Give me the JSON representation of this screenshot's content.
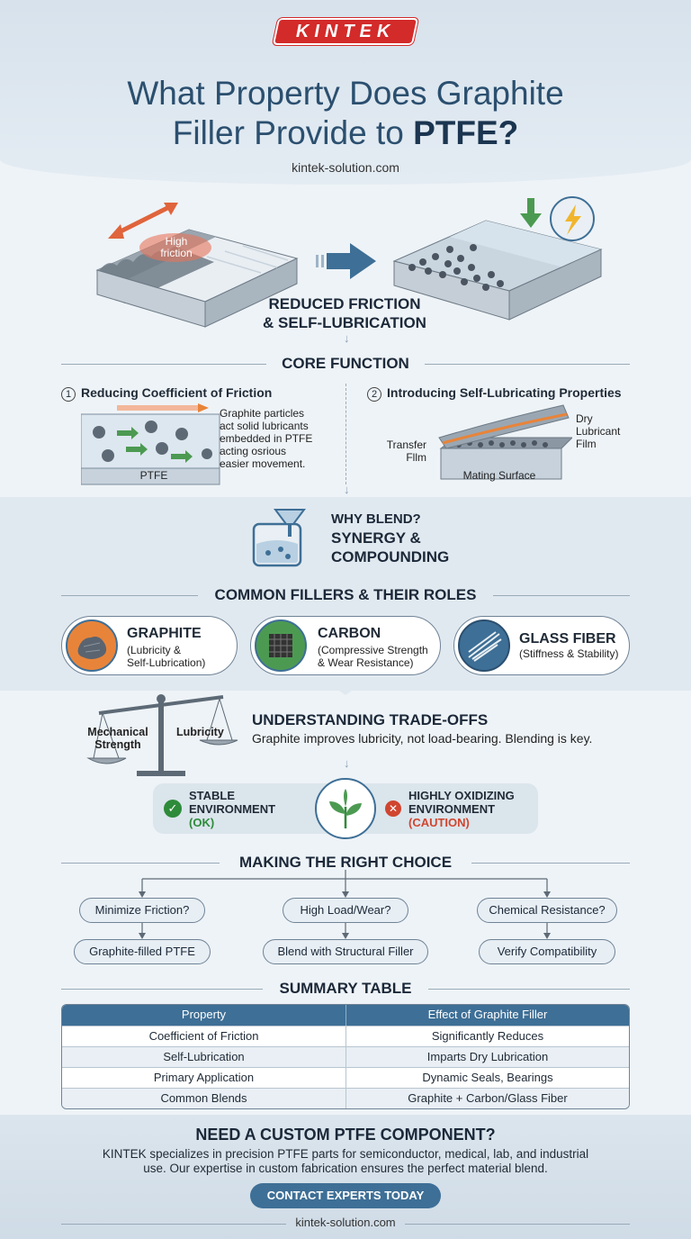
{
  "brand": {
    "logo_text": "KINTEK",
    "site": "kintek-solution.com"
  },
  "header": {
    "title_line1": "What Property Does Graphite",
    "title_line2_plain": "Filler Provide to",
    "title_line2_bold": "PTFE?"
  },
  "hero": {
    "friction_label_1": "High",
    "friction_label_2": "friction",
    "label_line1": "REDUCED FRICTION",
    "label_line2": "& SELF-LUBRICATION"
  },
  "core": {
    "title": "CORE FUNCTION",
    "left": {
      "number": "1",
      "heading": "Reducing Coefficient of Friction",
      "note": [
        "Graphite particles",
        "act solid lubricants",
        "embedded in PTFE",
        "acting osrious",
        "easier movement."
      ],
      "base_label": "PTFE"
    },
    "right": {
      "number": "2",
      "heading": "Introducing Self-Lubricating Properties",
      "dry_label": [
        "Dry",
        "Lubricant",
        "Film"
      ],
      "transfer_label": [
        "Transfer",
        "Fllm"
      ],
      "surface_label": "Mating Surface"
    }
  },
  "blend": {
    "line1": "WHY BLEND?",
    "line2": "SYNERGY &",
    "line3": "COMPOUNDING"
  },
  "fillers": {
    "title": "COMMON FILLERS & THEIR ROLES",
    "items": [
      {
        "name": "GRAPHITE",
        "desc1": "(Lubricity &",
        "desc2": "Self-Lubrication)"
      },
      {
        "name": "CARBON",
        "desc1": "(Compressive Strength",
        "desc2": "& Wear Resistance)"
      },
      {
        "name": "GLASS FIBER",
        "desc1": "(Stiffness & Stability)",
        "desc2": ""
      }
    ]
  },
  "tradeoffs": {
    "left_label1": "Mechanical",
    "left_label2": "Strength",
    "right_label": "Lubricity",
    "title": "UNDERSTANDING TRADE-OFFS",
    "desc": "Graphite improves lubricity, not load-bearing. Blending is key."
  },
  "environment": {
    "stable": [
      "STABLE",
      "ENVIRONMENT",
      "(OK)"
    ],
    "oxidizing": [
      "HIGHLY OXIDIZING",
      "ENVIRONMENT",
      "(CAUTION)"
    ]
  },
  "choice": {
    "title": "MAKING THE RIGHT CHOICE",
    "questions": [
      "Minimize Friction?",
      "High Load/Wear?",
      "Chemical Resistance?"
    ],
    "answers": [
      "Graphite-filled PTFE",
      "Blend with Structural Filler",
      "Verify Compatibility"
    ]
  },
  "summary": {
    "title": "SUMMARY TABLE",
    "headers": [
      "Property",
      "Effect of Graphite Filler"
    ],
    "rows": [
      [
        "Coefficient of Friction",
        "Significantly Reduces"
      ],
      [
        "Self-Lubrication",
        "Imparts Dry Lubrication"
      ],
      [
        "Primary Application",
        "Dynamic Seals, Bearings"
      ],
      [
        "Common Blends",
        "Graphite + Carbon/Glass Fiber"
      ]
    ]
  },
  "cta": {
    "title": "NEED A CUSTOM PTFE COMPONENT?",
    "text1": "KINTEK specializes in precision PTFE parts for semiconductor, medical, lab, and industrial",
    "text2": "use. Our expertise in custom fabrication ensures the perfect material blend.",
    "button": "CONTACT EXPERTS TODAY"
  },
  "colors": {
    "accent": "#3e6f96",
    "brand_red": "#d32a2a",
    "ok_green": "#2e8b3a",
    "caution_red": "#d0452f",
    "orange": "#e8843a"
  }
}
